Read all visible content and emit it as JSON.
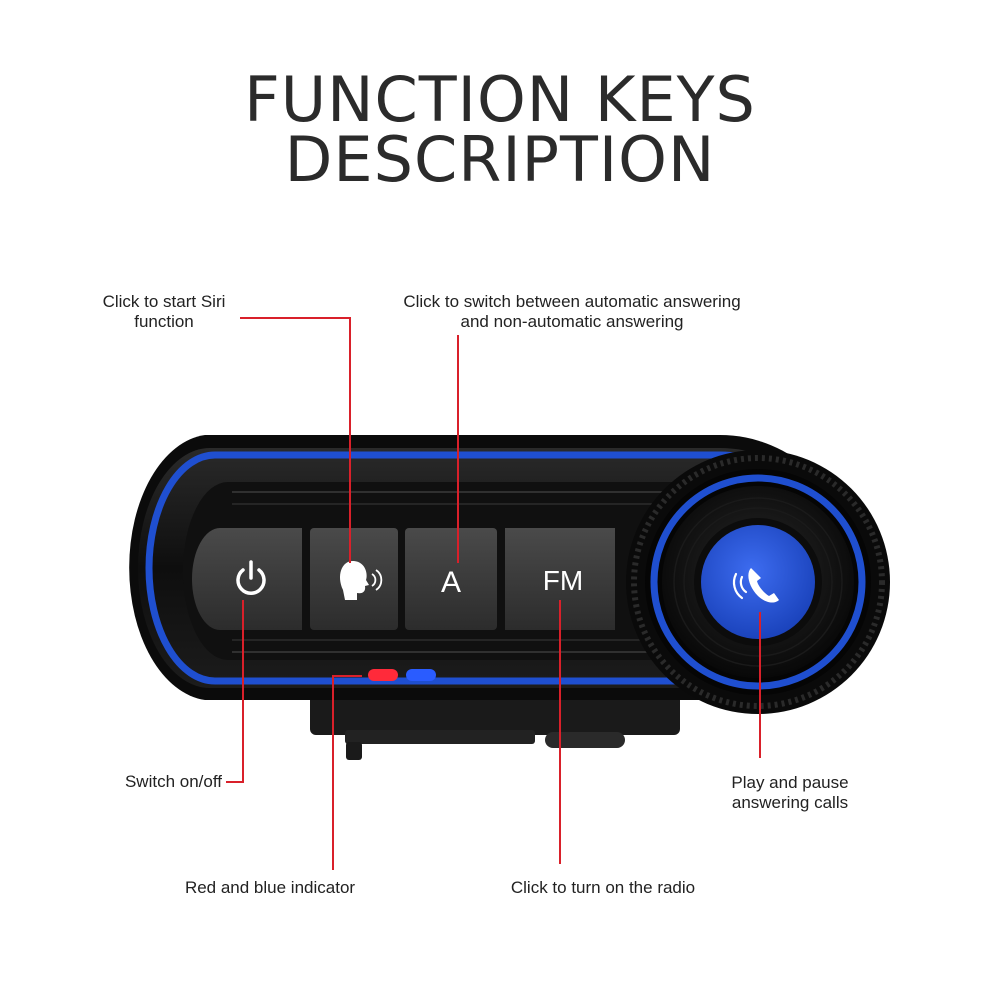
{
  "title": {
    "line1": "FUNCTION KEYS",
    "line2": "DESCRIPTION"
  },
  "labels": {
    "siri": {
      "line1": "Click to start Siri",
      "line2": "function"
    },
    "auto_answer": {
      "line1": "Click to switch between automatic answering",
      "line2": "and non-automatic answering"
    },
    "power": "Switch on/off",
    "indicator": "Red and blue indicator",
    "radio": "Click to turn on the radio",
    "play_pause": {
      "line1": "Play and pause",
      "line2": "answering calls"
    }
  },
  "buttons": {
    "a_key": "A",
    "fm_key": "FM"
  },
  "colors": {
    "leader_line": "#d9202a",
    "accent_blue": "#1f4fd0",
    "device_body": "#151515",
    "key_face": "#3a3a3a",
    "led_red": "#ff2a3a",
    "led_blue": "#2a5cff"
  }
}
